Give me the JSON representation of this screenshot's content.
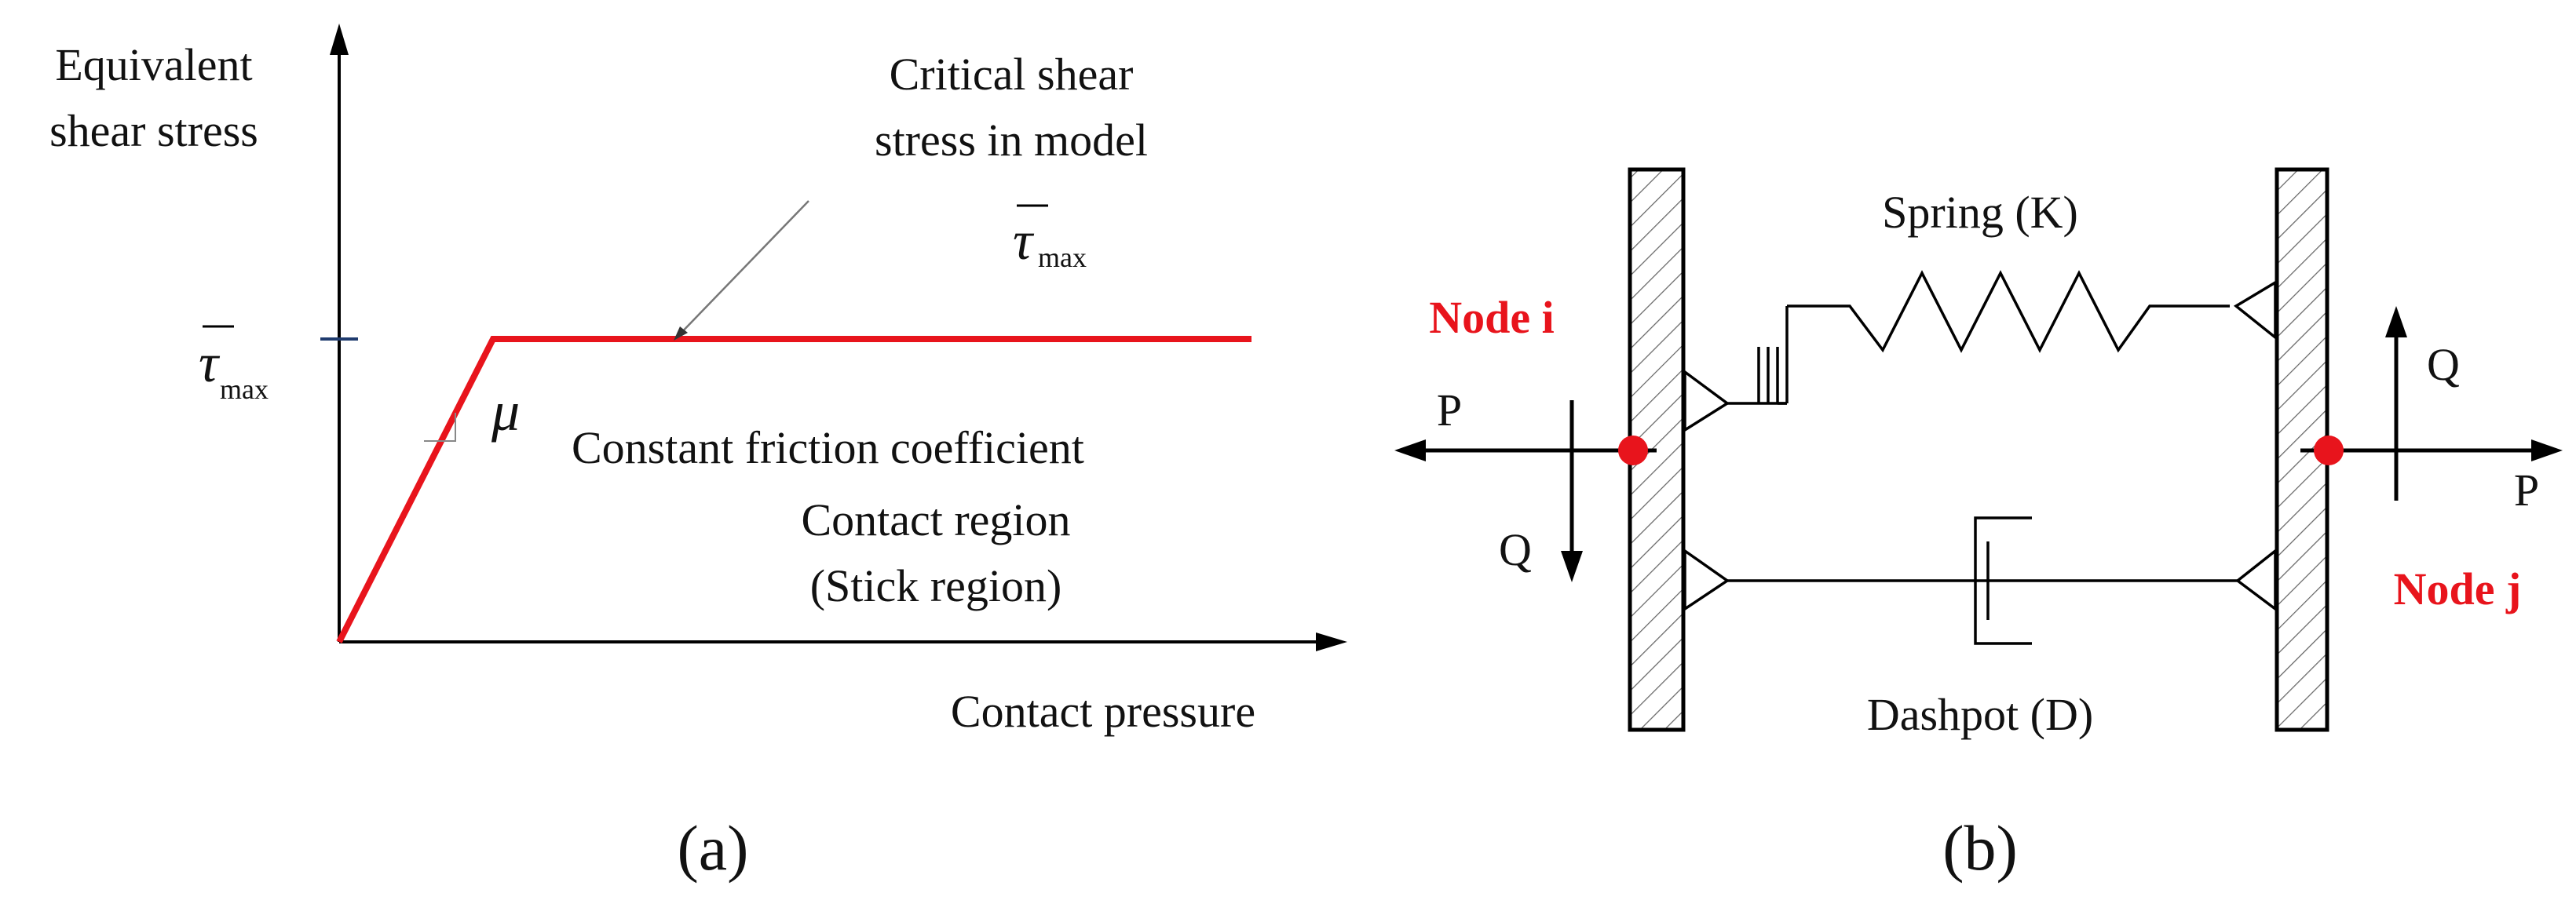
{
  "panel_a": {
    "y_axis_label_line1": "Equivalent",
    "y_axis_label_line2": "shear stress",
    "x_axis_label": "Contact pressure",
    "tau_symbol": "τ",
    "tau_subscript": "max",
    "critical_line1": "Critical shear",
    "critical_line2": "stress in model",
    "mu_symbol": "μ",
    "friction_label": "Constant friction coefficient",
    "contact_line1": "Contact region",
    "contact_line2": "(Stick region)",
    "caption": "(a)",
    "line_color": "#e8141c"
  },
  "panel_b": {
    "spring_label": "Spring (K)",
    "dashpot_label": "Dashpot (D)",
    "node_i_label": "Node i",
    "node_j_label": "Node j",
    "p_label": "P",
    "q_label": "Q",
    "caption": "(b)",
    "node_color": "#e8141c"
  }
}
